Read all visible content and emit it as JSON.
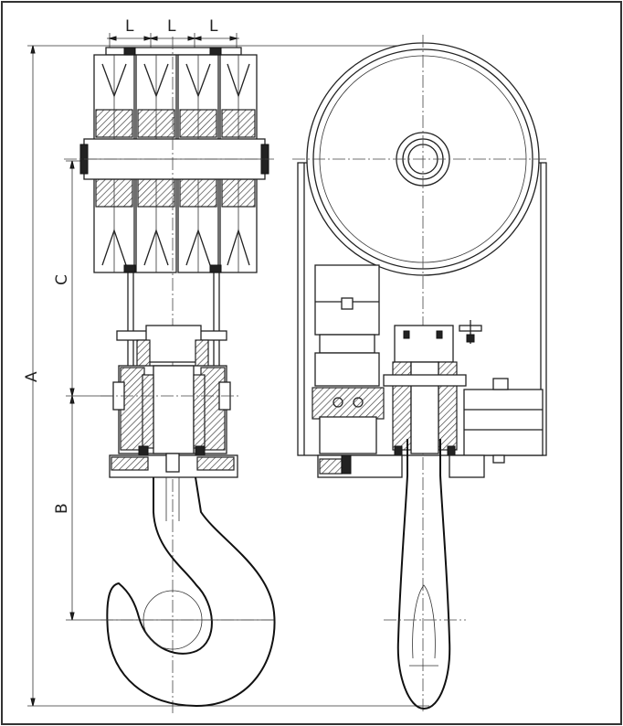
{
  "dimensions": {
    "pitch_1": "L",
    "pitch_2": "L",
    "pitch_3": "L",
    "overall_height": "A",
    "sheave_to_crosshead": "C",
    "crosshead_to_hook": "B"
  }
}
